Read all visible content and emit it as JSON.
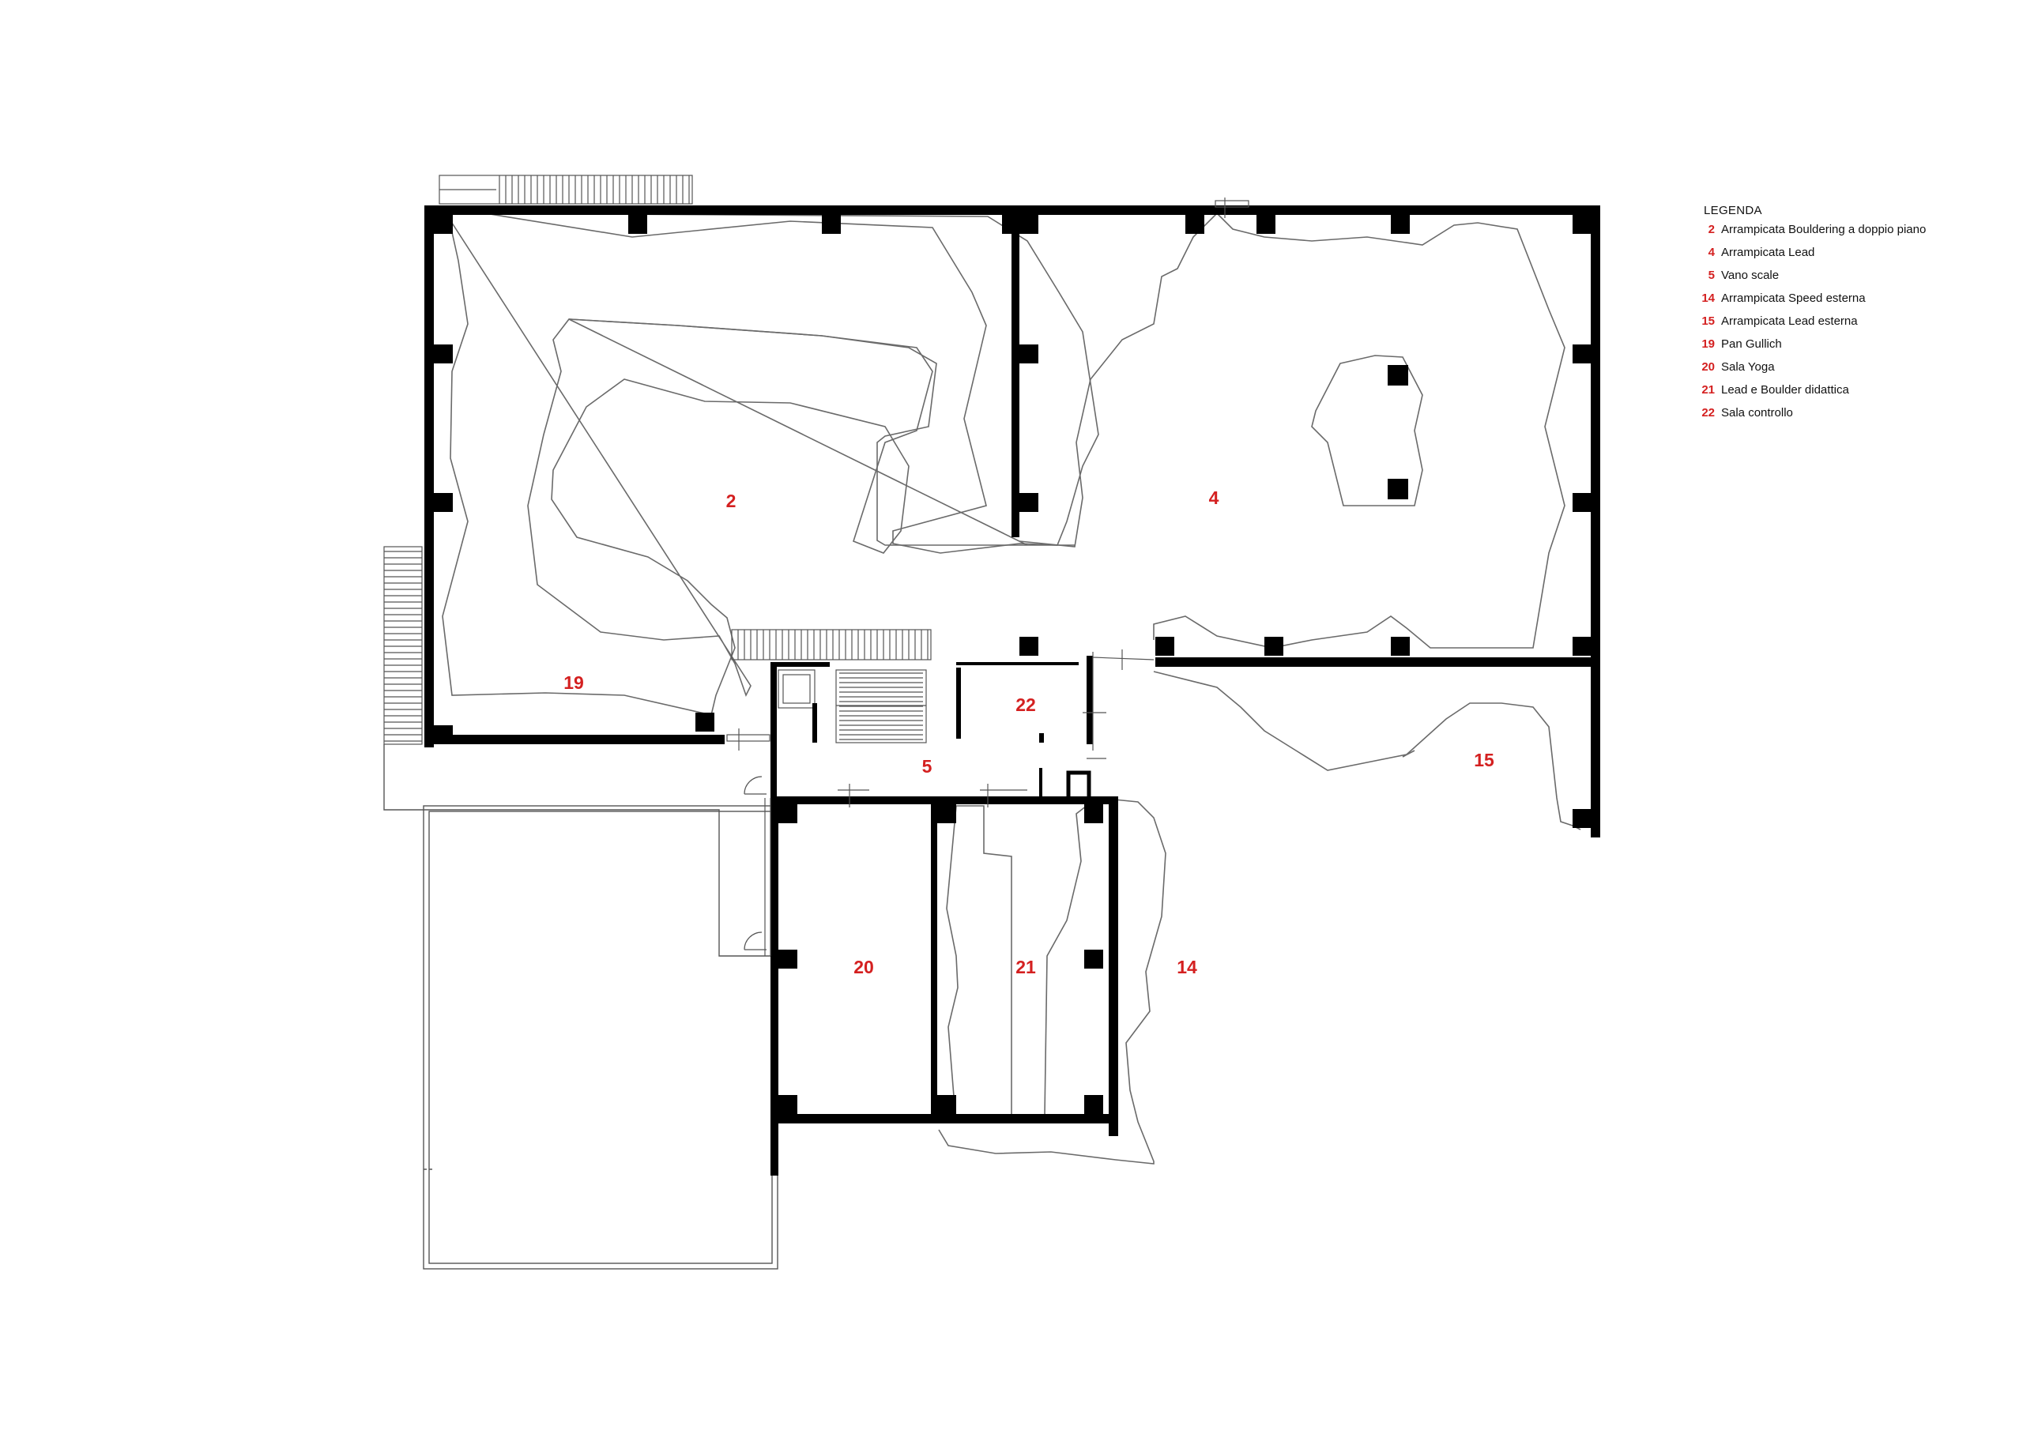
{
  "legend": {
    "title": "LEGENDA",
    "items": [
      {
        "num": "2",
        "label": "Arrampicata Bouldering a doppio piano"
      },
      {
        "num": "4",
        "label": "Arrampicata Lead"
      },
      {
        "num": "5",
        "label": "Vano scale"
      },
      {
        "num": "14",
        "label": "Arrampicata Speed esterna"
      },
      {
        "num": "15",
        "label": "Arrampicata Lead esterna"
      },
      {
        "num": "19",
        "label": "Pan Gullich"
      },
      {
        "num": "20",
        "label": "Sala Yoga"
      },
      {
        "num": "21",
        "label": "Lead e Boulder didattica"
      },
      {
        "num": "22",
        "label": "Sala controllo"
      }
    ]
  },
  "rooms": {
    "r2": "2",
    "r4": "4",
    "r5": "5",
    "r14": "14",
    "r15": "15",
    "r19": "19",
    "r20": "20",
    "r21": "21",
    "r22": "22"
  },
  "colors": {
    "label": "#d42020",
    "wall": "#000000",
    "outline": "#6a6a6a"
  }
}
